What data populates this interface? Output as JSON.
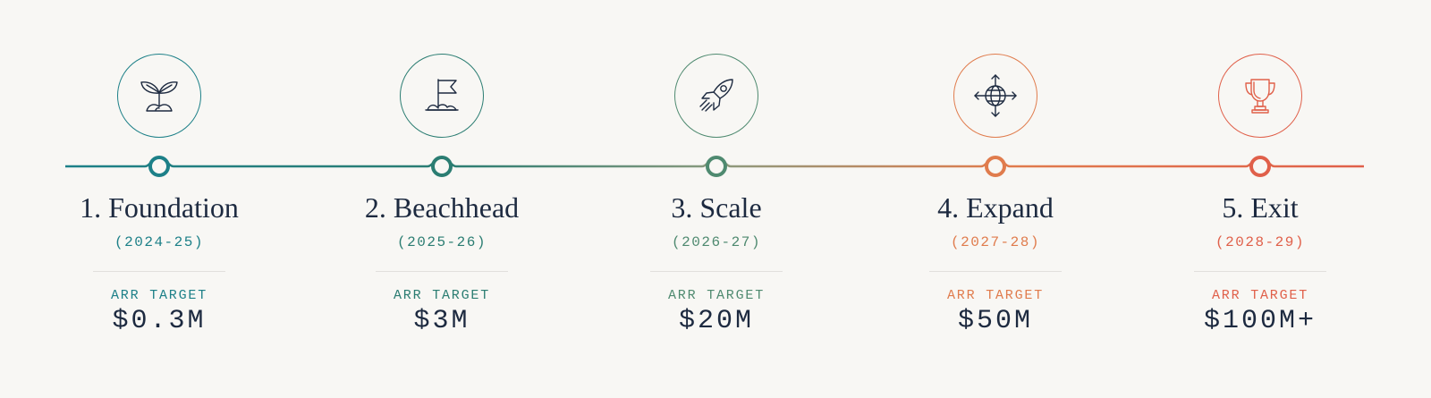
{
  "stages": [
    {
      "title": "1. Foundation",
      "years": "(2024-25)",
      "arr_label": "ARR TARGET",
      "arr_value": "$0.3M",
      "icon": "sprout-icon",
      "color": "#1d8088"
    },
    {
      "title": "2. Beachhead",
      "years": "(2025-26)",
      "arr_label": "ARR TARGET",
      "arr_value": "$3M",
      "icon": "flag-icon",
      "color": "#2b7d72"
    },
    {
      "title": "3. Scale",
      "years": "(2026-27)",
      "arr_label": "ARR TARGET",
      "arr_value": "$20M",
      "icon": "rocket-icon",
      "color": "#4f8a70"
    },
    {
      "title": "4. Expand",
      "years": "(2027-28)",
      "arr_label": "ARR TARGET",
      "arr_value": "$50M",
      "icon": "globe-arrows-icon",
      "color": "#e07c4d"
    },
    {
      "title": "5. Exit",
      "years": "(2028-29)",
      "arr_label": "ARR TARGET",
      "arr_value": "$100M+",
      "icon": "trophy-icon",
      "color": "#e0604a"
    }
  ]
}
